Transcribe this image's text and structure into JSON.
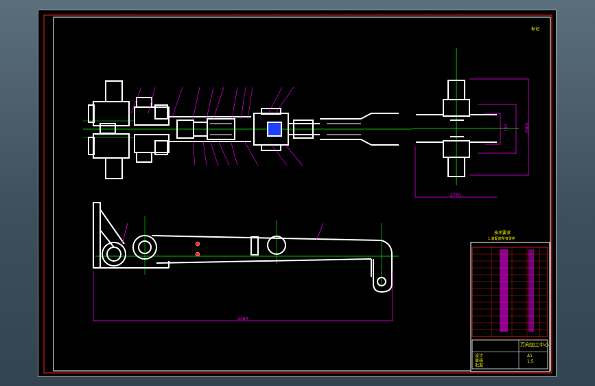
{
  "sheet": {
    "corner_note": "标记",
    "dims": {
      "plan_total": "2360",
      "side_inner": "750",
      "side_outer": "2900",
      "side_width": "2770"
    },
    "table": {
      "header": "技术要求",
      "subheader": "1.装配前所有零件",
      "title": "万向加工中心",
      "company_rows": [
        "设计",
        "审核",
        "批准"
      ],
      "side_rows": [
        "A1",
        "1:5"
      ]
    }
  },
  "colors": {
    "outline": "#ffffff",
    "centerline": "#00ff00",
    "dimension": "#ff00ff",
    "frame": "#ff2020",
    "title_text": "#ffff00"
  }
}
